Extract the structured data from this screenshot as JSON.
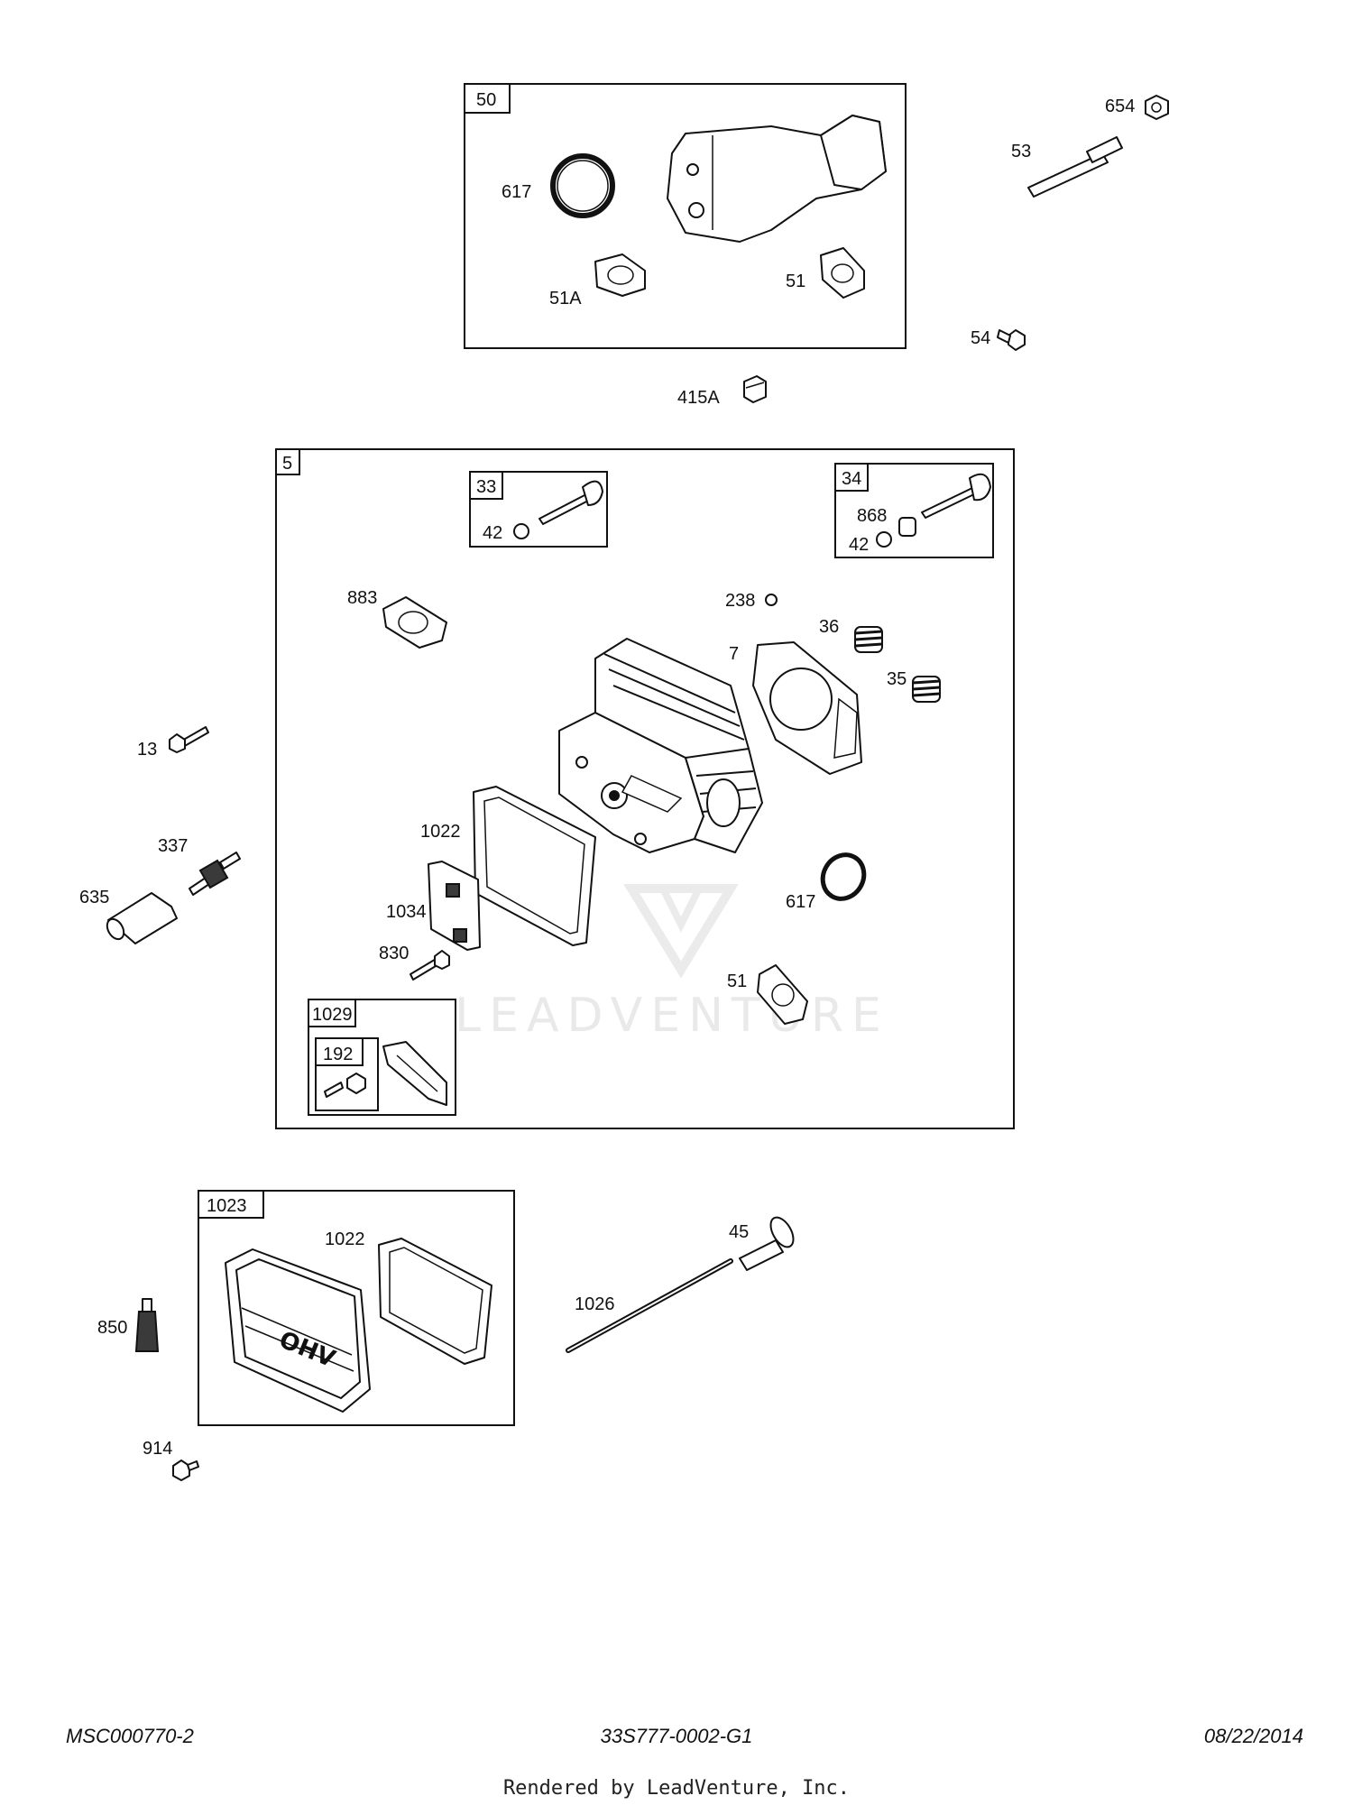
{
  "watermark": {
    "brand": "LEADVENTURE"
  },
  "assemblies": [
    {
      "id": "50",
      "tag": "50"
    },
    {
      "id": "5",
      "tag": "5"
    },
    {
      "id": "33",
      "tag": "33"
    },
    {
      "id": "34",
      "tag": "34"
    },
    {
      "id": "1029",
      "tag": "1029"
    },
    {
      "id": "192",
      "tag": "192"
    },
    {
      "id": "1023",
      "tag": "1023"
    }
  ],
  "callouts": [
    "654",
    "53",
    "617",
    "51A",
    "51",
    "54",
    "415A",
    "42",
    "868",
    "42",
    "883",
    "238",
    "36",
    "7",
    "35",
    "13",
    "1022",
    "337",
    "635",
    "1034",
    "617",
    "830",
    "51",
    "1022",
    "45",
    "1026",
    "850",
    "914"
  ],
  "footer": {
    "left": "MSC000770-2",
    "center": "33S777-0002-G1",
    "right": "08/22/2014",
    "credit": "Rendered by LeadVenture, Inc."
  }
}
